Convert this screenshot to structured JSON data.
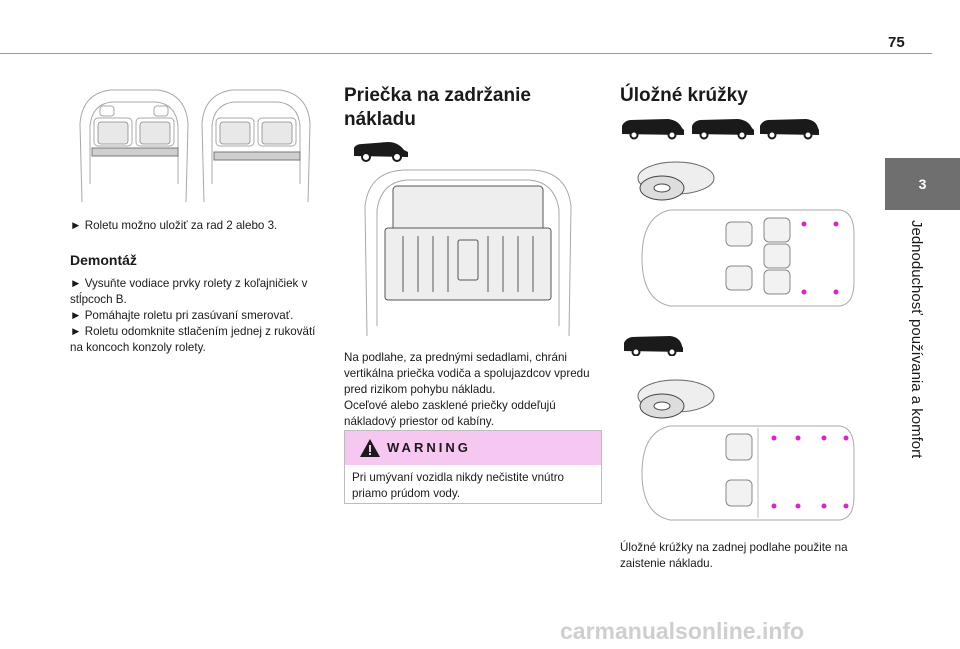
{
  "page": {
    "number": "75",
    "chapter_tab": "3",
    "chapter_title": "Jednoduchosť používania a komfort"
  },
  "col1": {
    "caption": "► Roletu možno uložiť za rad 2 alebo 3.",
    "heading": "Demontáž",
    "step1": "► Vysuňte vodiace prvky rolety z koľajničiek v stĺpcoch B.",
    "step2": "► Pomáhajte roletu pri zasúvaní smerovať.",
    "step3": "► Roletu odomknite stlačením jednej z rukovätí na koncoch konzoly rolety."
  },
  "col2": {
    "heading_line1": "Priečka na zadržanie",
    "heading_line2": "nákladu",
    "p1": "Na podlahe, za prednými sedadlami, chráni vertikálna priečka vodiča a spolujazdcov vpredu pred rizikom pohybu nákladu.",
    "p2": "Oceľové alebo zasklené priečky oddeľujú nákladový priestor od kabíny.",
    "warning_title": "WARNING",
    "warning_text": "Pri umývaní vozidla nikdy nečistite vnútro priamo prúdom vody."
  },
  "col3": {
    "heading": "Úložné krúžky",
    "caption": "Úložné krúžky na zadnej podlahe použite na zaistenie nákladu."
  },
  "watermark": "carmanualsonline.info",
  "colors": {
    "warning_bg": "#f6c7f0",
    "tab_bg": "#6f6f6f",
    "ring_marker": "#e020d0"
  }
}
